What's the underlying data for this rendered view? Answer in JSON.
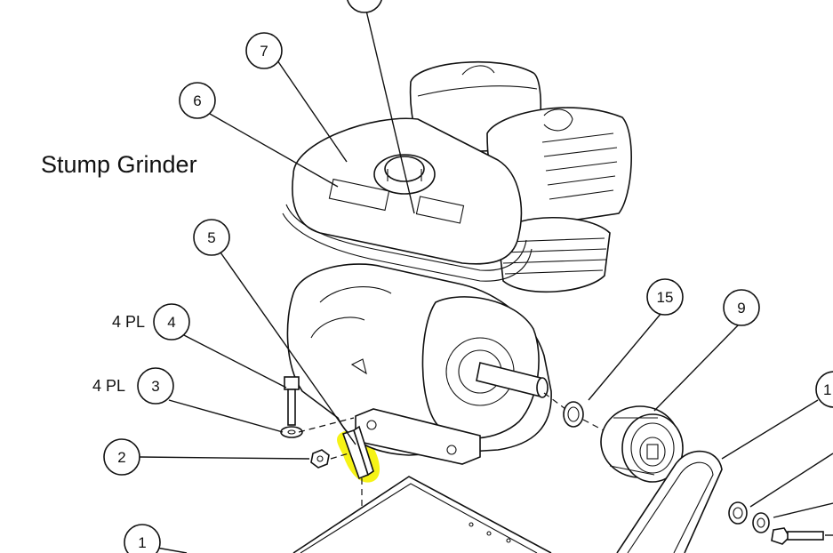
{
  "title": "Stump Grinder",
  "quantity_notes": {
    "item4": "4 PL",
    "item3": "4 PL"
  },
  "callouts": [
    "1",
    "2",
    "3",
    "4",
    "5",
    "6",
    "7",
    "",
    "9",
    "1",
    "15"
  ],
  "colors": {
    "highlight": "#f5f20a",
    "ink": "#111111",
    "background": "#ffffff"
  }
}
